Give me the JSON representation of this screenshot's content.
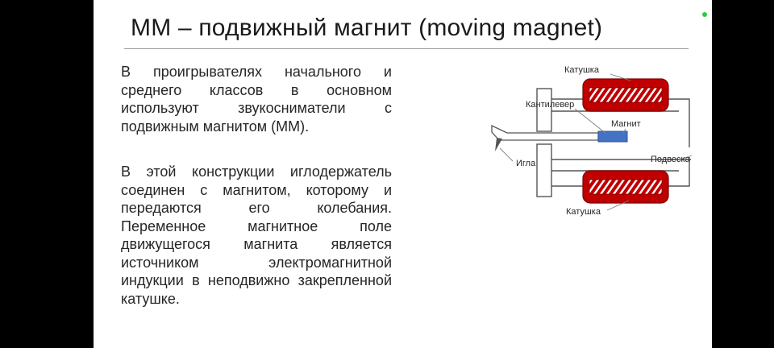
{
  "slide": {
    "title": "ММ – подвижный магнит (moving magnet)",
    "paragraphs": [
      "В проигрывателях начального и среднего классов в основном используют звукосниматели с подвижным магнитом (ММ).",
      "В этой конструкции иглодержатель соединен с магнитом, которому и передаются его колебания. Переменное магнитное поле движущегося магнита является источником электромагнитной индукции в неподвижно закрепленной катушке."
    ]
  },
  "diagram": {
    "labels": {
      "coil_top": "Катушка",
      "cantilever": "Кантилевер",
      "magnet": "Магнит",
      "needle": "Игла",
      "suspension": "Подвеска",
      "coil_bottom": "Катушка"
    },
    "colors": {
      "coil_fill": "#c00000",
      "coil_stroke": "#7a0000",
      "magnet_fill": "#4472c4",
      "frame": "#555555",
      "leader": "#7f7f7f"
    }
  },
  "indicator": {
    "color": "#2ecc40"
  }
}
